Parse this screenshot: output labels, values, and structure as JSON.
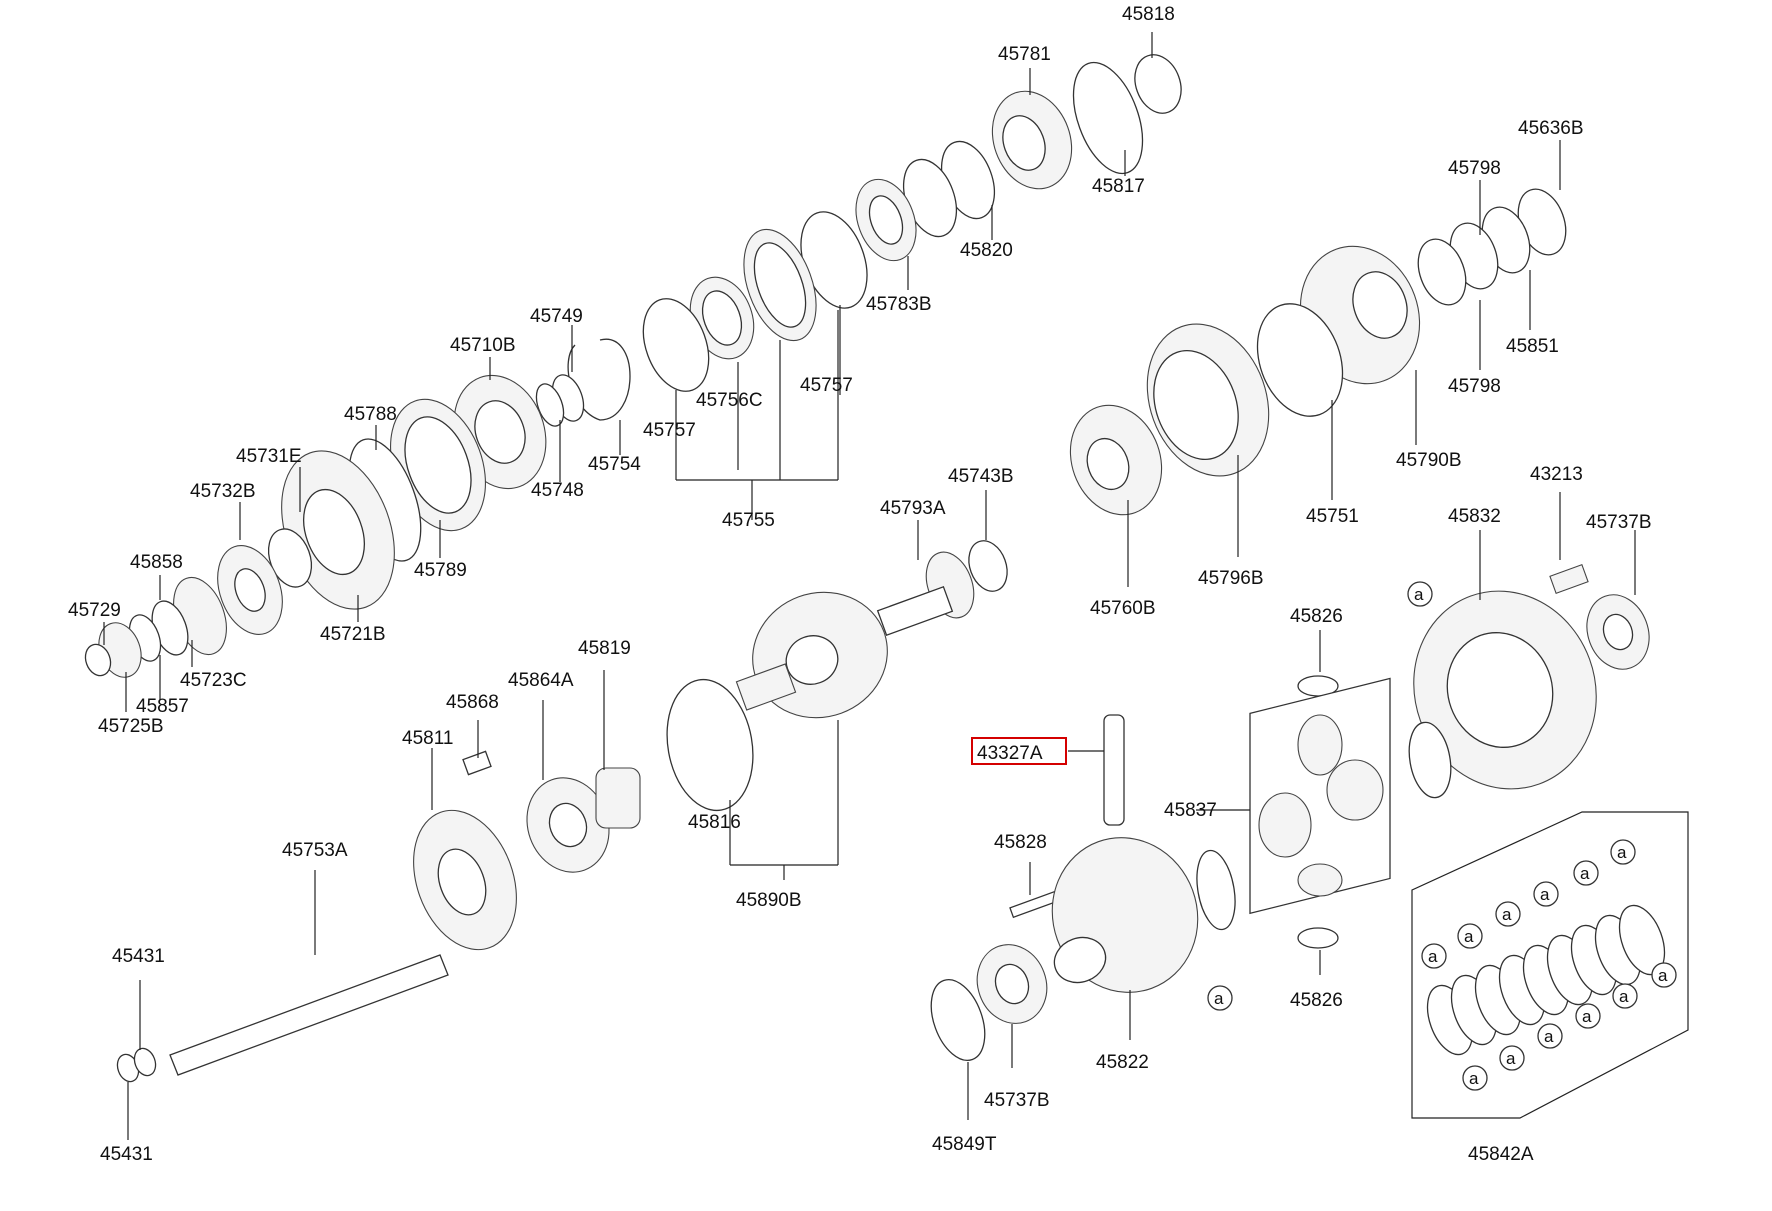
{
  "highlight_color": "#d40000",
  "selected_part": "43327A",
  "marker_letter": "a",
  "parts": {
    "p45818": "45818",
    "p45781": "45781",
    "p45817": "45817",
    "p45820": "45820",
    "p45783B": "45783B",
    "p45757a": "45757",
    "p45757b": "45757",
    "p45756C": "45756C",
    "p45755": "45755",
    "p45749": "45749",
    "p45754": "45754",
    "p45748": "45748",
    "p45710B": "45710B",
    "p45788": "45788",
    "p45789": "45789",
    "p45731E": "45731E",
    "p45732B": "45732B",
    "p45721B": "45721B",
    "p45858": "45858",
    "p45729": "45729",
    "p45723C": "45723C",
    "p45857": "45857",
    "p45725B": "45725B",
    "p45636B": "45636B",
    "p45798a": "45798",
    "p45798b": "45798",
    "p45851": "45851",
    "p45790B": "45790B",
    "p45751": "45751",
    "p45796B": "45796B",
    "p45760B": "45760B",
    "p45743B": "45743B",
    "p45793A": "45793A",
    "p43213": "43213",
    "p45832": "45832",
    "p45737Ba": "45737B",
    "p45826a": "45826",
    "p45826b": "45826",
    "p43327A": "43327A",
    "p45837": "45837",
    "p45828": "45828",
    "p45822": "45822",
    "p45737Bb": "45737B",
    "p45849T": "45849T",
    "p45842A": "45842A",
    "p45819": "45819",
    "p45864A": "45864A",
    "p45868": "45868",
    "p45811": "45811",
    "p45753A": "45753A",
    "p45816": "45816",
    "p45890B": "45890B",
    "p45431a": "45431",
    "p45431b": "45431"
  }
}
